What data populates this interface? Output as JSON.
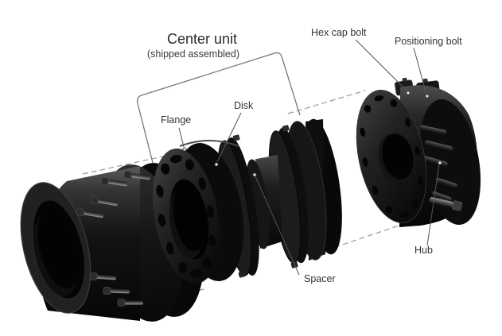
{
  "figure": {
    "title": "Center unit",
    "subtitle": "(shipped assembled)"
  },
  "labels": {
    "hex_cap_bolt": "Hex cap bolt",
    "positioning_bolt": "Positioning bolt",
    "flange": "Flange",
    "disk": "Disk",
    "spacer": "Spacer",
    "hub": "Hub"
  },
  "colors": {
    "background": "#ffffff",
    "part_black": "#0d0d0d",
    "part_highlight": "#4a4a4a",
    "leader_line": "#555555",
    "dashed_line": "#9a9a9a",
    "bracket_line": "#777777",
    "text": "#333333"
  }
}
